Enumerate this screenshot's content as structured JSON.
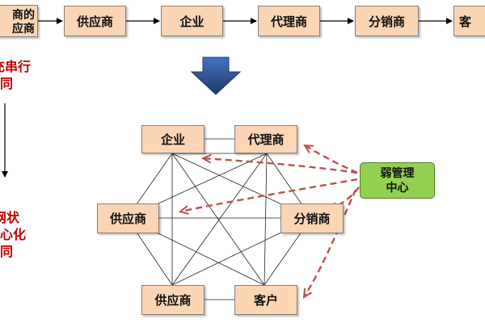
{
  "top_chain": {
    "first_box": {
      "line1": "商的",
      "line2": "应商"
    },
    "boxes": [
      "供应商",
      "企业",
      "代理商",
      "分销商"
    ],
    "last_box": "客"
  },
  "left_labels": {
    "upper": {
      "line1": "充串行",
      "line2": "协同"
    },
    "lower": {
      "line1": "网状",
      "line2": "中心化",
      "line3": "协同"
    }
  },
  "network": {
    "enterprise": "企业",
    "agent": "代理商",
    "supplier_left": "供应商",
    "distributor": "分销商",
    "supplier_bottom": "供应商",
    "customer": "客户"
  },
  "weak_center": {
    "line1": "弱管理",
    "line2": "中心"
  },
  "colors": {
    "box_fill": "#fcd5b4",
    "box_border": "#7f7f7f",
    "green_fill": "#92d050",
    "red_text": "#c00000",
    "dashed_arrow": "#c0504d",
    "big_arrow": "#2f5597"
  }
}
